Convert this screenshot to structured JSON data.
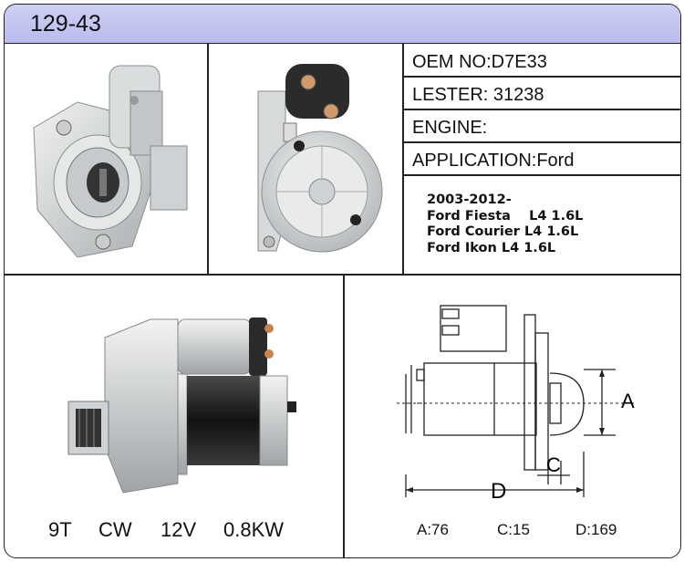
{
  "header": {
    "title": "129-43"
  },
  "specs": {
    "oem": "OEM NO:D7E33",
    "lester": "LESTER: 31238",
    "engine": "ENGINE:",
    "application": "APPLICATION:Ford"
  },
  "applications": [
    "2003-2012-",
    "Ford Fiesta    L4 1.6L",
    "Ford Courier L4 1.6L",
    "Ford Ikon L4 1.6L"
  ],
  "ratings": {
    "teeth": "9T",
    "rotation": "CW",
    "voltage": "12V",
    "power": "0.8KW"
  },
  "diagram": {
    "label_a": "A",
    "label_c": "C",
    "label_d": "D"
  },
  "dimensions": {
    "a": "A:76",
    "c": "C:15",
    "d": "D:169"
  },
  "colors": {
    "header_bg": "#bfc1ef",
    "border": "#222222",
    "metal": "#d9dcdd",
    "dark_metal": "#2a2a2a"
  }
}
